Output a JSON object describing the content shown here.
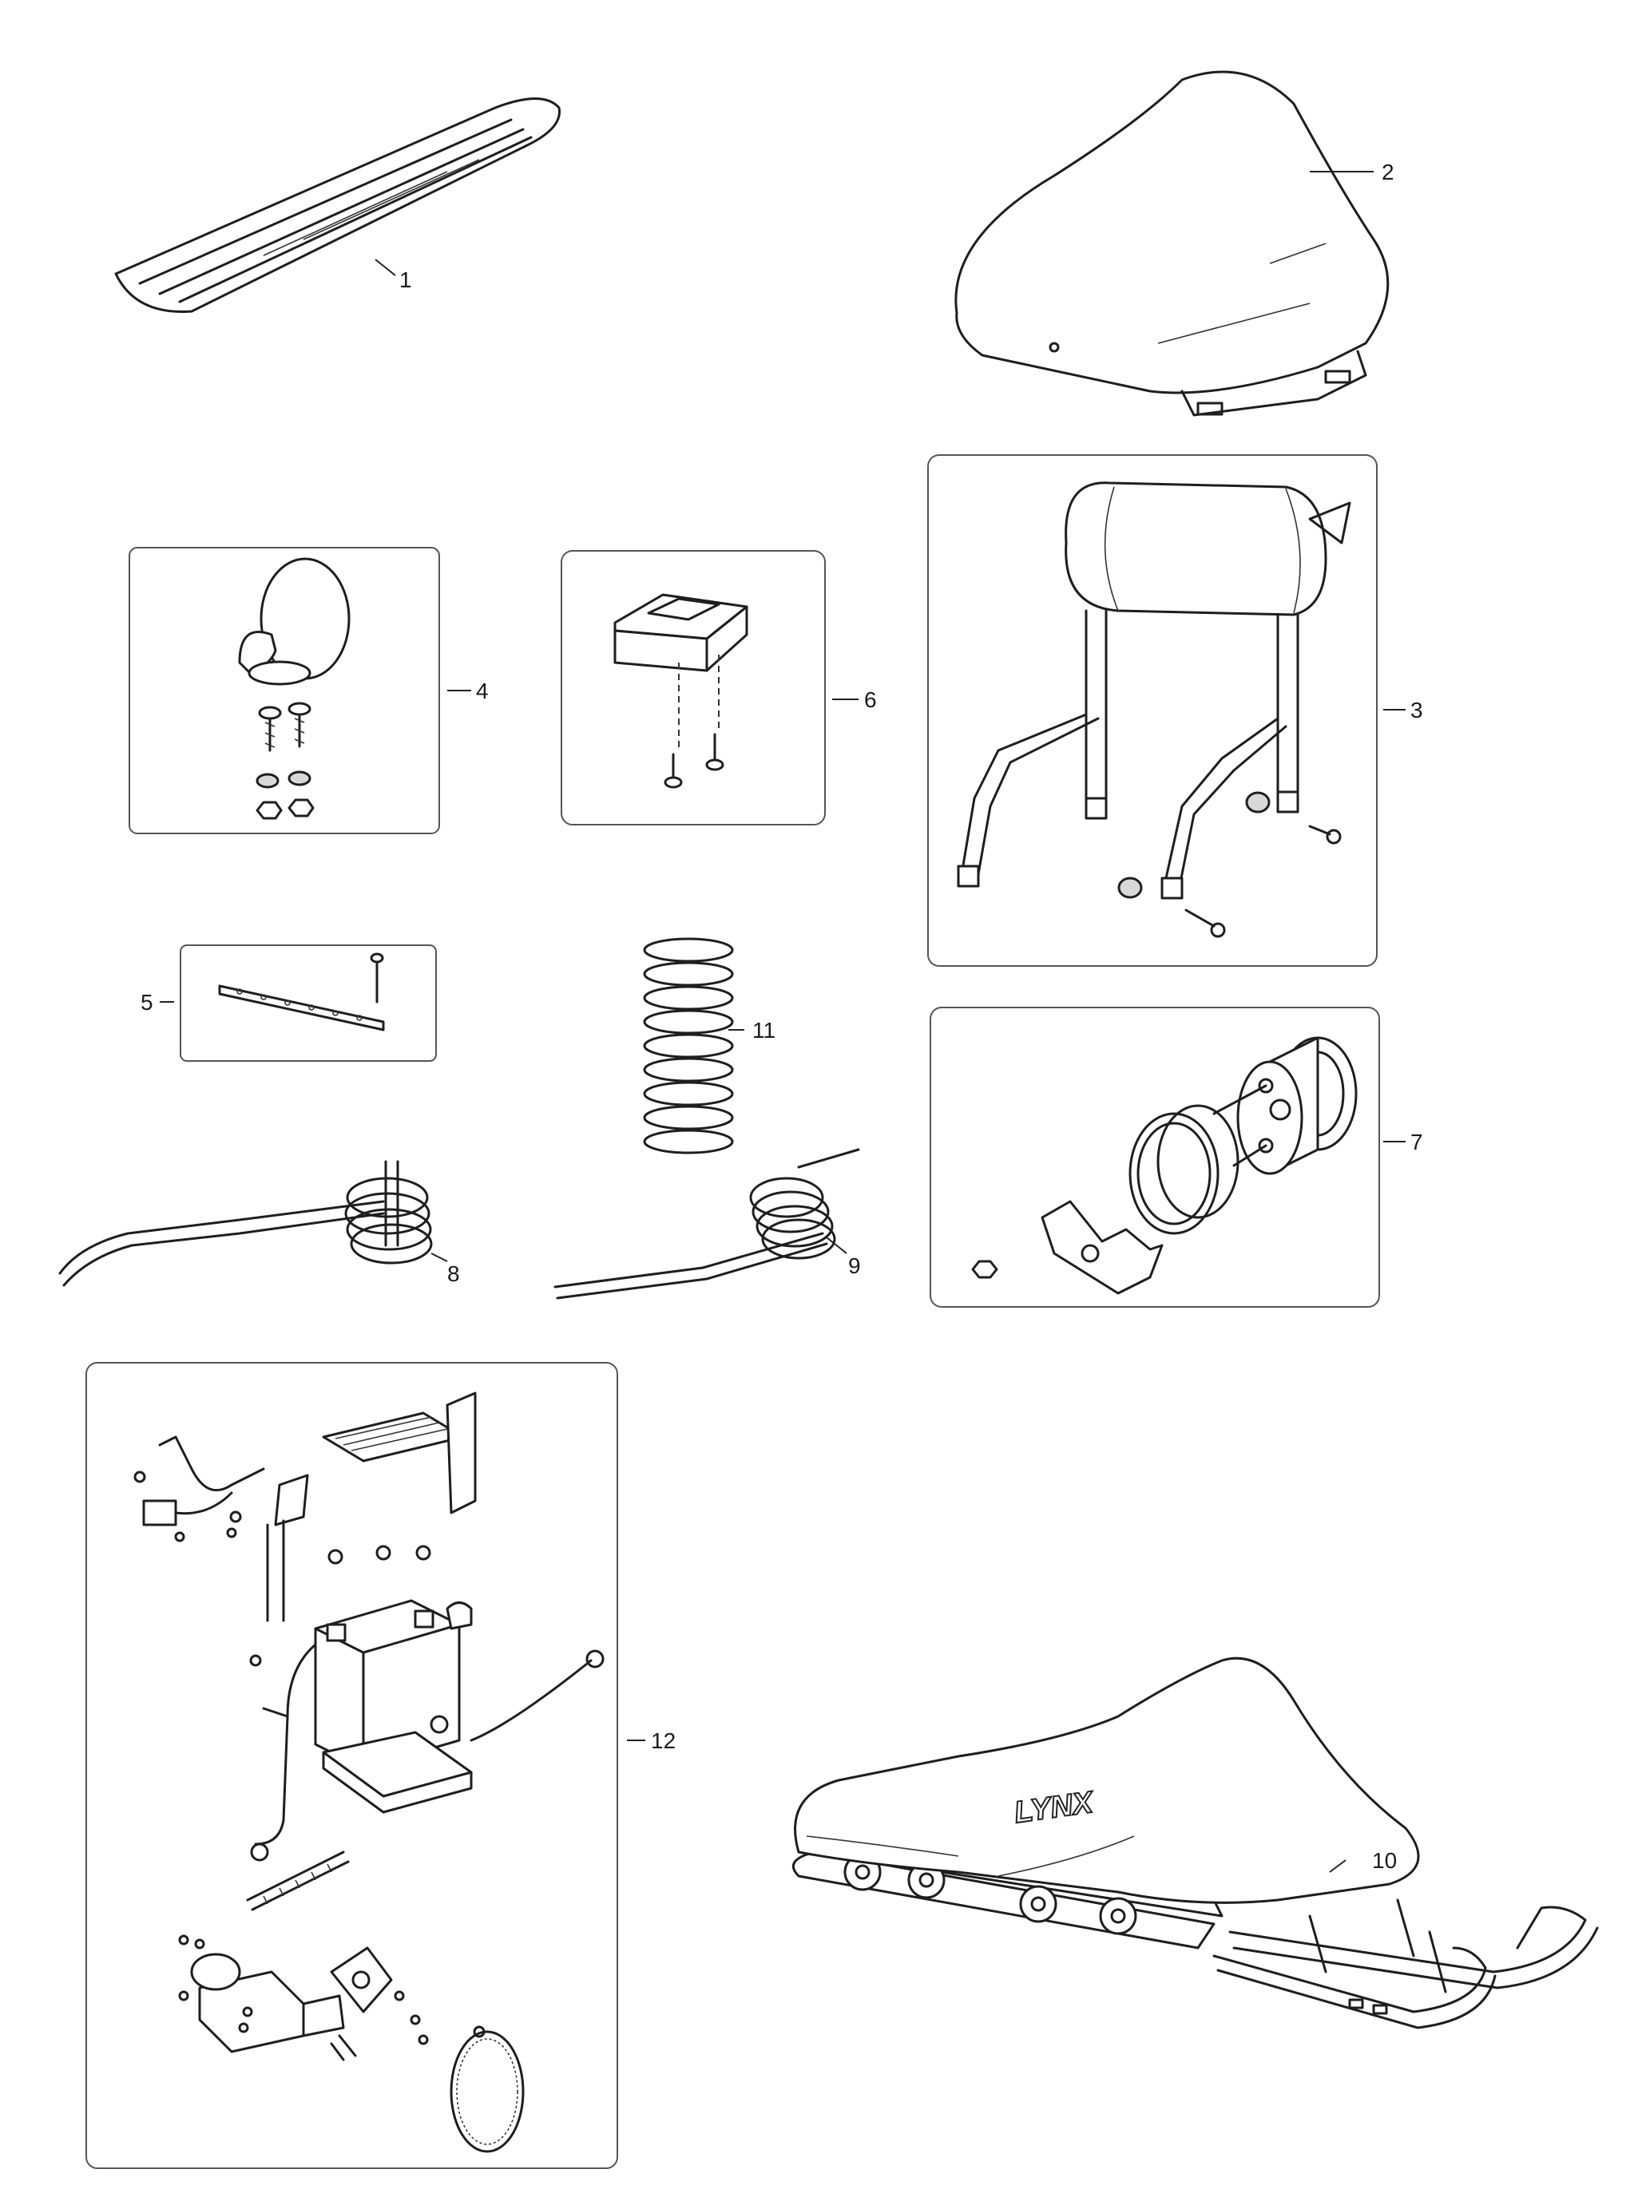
{
  "callouts": {
    "c1": "1",
    "c2": "2",
    "c3": "3",
    "c4": "4",
    "c5": "5",
    "c6": "6",
    "c7": "7",
    "c8": "8",
    "c9": "9",
    "c10": "10",
    "c11": "11",
    "c12": "12"
  },
  "cover_brand_text": "LYNX"
}
